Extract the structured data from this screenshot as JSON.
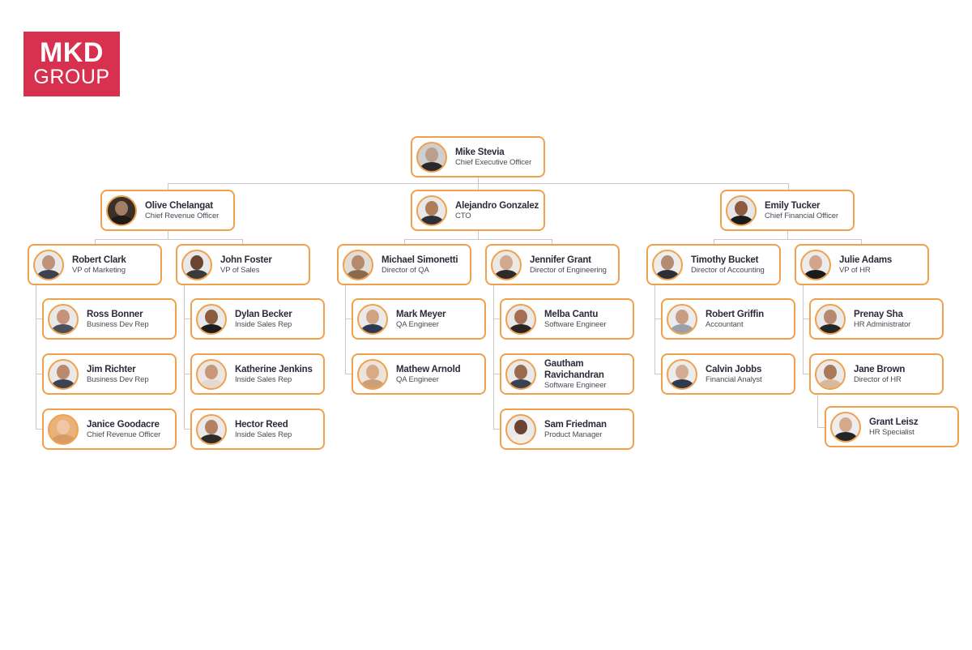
{
  "logo": {
    "line1": "MKD",
    "line2": "GROUP",
    "color": "#d8304f"
  },
  "colors": {
    "card_border": "#f0a14b",
    "connector": "#c9c9c9",
    "name_text": "#2b2b3a",
    "title_text": "#4a4a55"
  },
  "org": {
    "ceo": {
      "name": "Mike Stevia",
      "title": "Chief Executive Officer"
    },
    "level2": [
      {
        "name": "Olive Chelangat",
        "title": "Chief Revenue Officer"
      },
      {
        "name": "Alejandro Gonzalez",
        "title": "CTO"
      },
      {
        "name": "Emily Tucker",
        "title": "Chief Financial Officer"
      }
    ],
    "level3": [
      {
        "name": "Robert Clark",
        "title": "VP of Marketing",
        "reports": [
          {
            "name": "Ross Bonner",
            "title": "Business Dev Rep"
          },
          {
            "name": "Jim Richter",
            "title": "Business Dev Rep"
          },
          {
            "name": "Janice Goodacre",
            "title": "Chief Revenue Officer"
          }
        ]
      },
      {
        "name": "John Foster",
        "title": "VP of Sales",
        "reports": [
          {
            "name": "Dylan Becker",
            "title": "Inside Sales Rep"
          },
          {
            "name": "Katherine Jenkins",
            "title": "Inside Sales Rep"
          },
          {
            "name": "Hector Reed",
            "title": "Inside Sales Rep"
          }
        ]
      },
      {
        "name": "Michael Simonetti",
        "title": "Director of QA",
        "reports": [
          {
            "name": "Mark Meyer",
            "title": "QA Engineer"
          },
          {
            "name": "Mathew Arnold",
            "title": "QA Engineer"
          }
        ]
      },
      {
        "name": "Jennifer Grant",
        "title": "Director of Engineering",
        "reports": [
          {
            "name": "Melba Cantu",
            "title": "Software Engineer"
          },
          {
            "name": "Gautham Ravichandran",
            "title": "Software Engineer"
          },
          {
            "name": "Sam Friedman",
            "title": "Product Manager"
          }
        ]
      },
      {
        "name": "Timothy Bucket",
        "title": "Director of Accounting",
        "reports": [
          {
            "name": "Robert Griffin",
            "title": "Accountant"
          },
          {
            "name": "Calvin Jobbs",
            "title": "Financial Analyst"
          }
        ]
      },
      {
        "name": "Julie Adams",
        "title": "VP of HR",
        "reports": [
          {
            "name": "Prenay Sha",
            "title": "HR Administrator"
          },
          {
            "name": "Jane Brown",
            "title": "Director of HR",
            "reports": [
              {
                "name": "Grant Leisz",
                "title": "HR Specialist"
              }
            ]
          }
        ]
      }
    ]
  }
}
